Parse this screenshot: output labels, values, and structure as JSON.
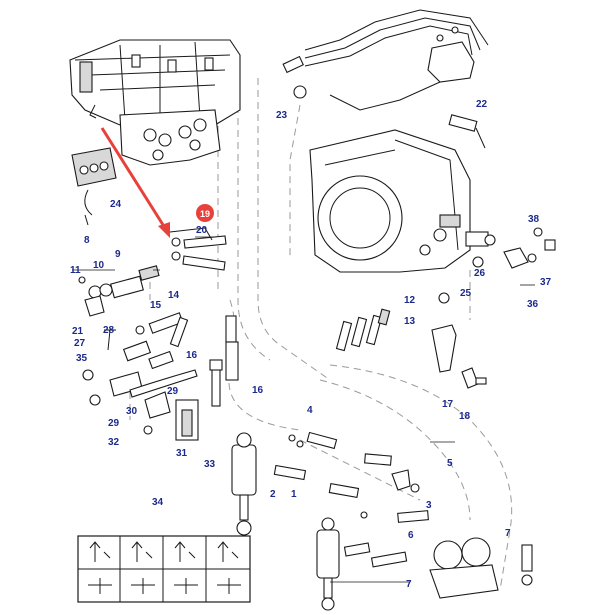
{
  "callouts": {
    "c1": "1",
    "c2": "2",
    "c3": "3",
    "c4": "4",
    "c5": "5",
    "c6": "6",
    "c7a": "7",
    "c7b": "7",
    "c8": "8",
    "c9": "9",
    "c10": "10",
    "c11": "11",
    "c12": "12",
    "c13": "13",
    "c14": "14",
    "c15": "15",
    "c16a": "16",
    "c16b": "16",
    "c17": "17",
    "c18": "18",
    "c19": "19",
    "c20": "20",
    "c21": "21",
    "c22": "22",
    "c23": "23",
    "c24": "24",
    "c25": "25",
    "c26": "26",
    "c27": "27",
    "c28": "28",
    "c29a": "29",
    "c29b": "29",
    "c30": "30",
    "c31": "31",
    "c32": "32",
    "c33": "33",
    "c34": "34",
    "c35": "35",
    "c36": "36",
    "c37": "37",
    "c38": "38"
  },
  "highlight": {
    "part": "19",
    "color": "#e8413c"
  },
  "arrow_color": "#e8413c",
  "callout_color": "#1c2a8c"
}
